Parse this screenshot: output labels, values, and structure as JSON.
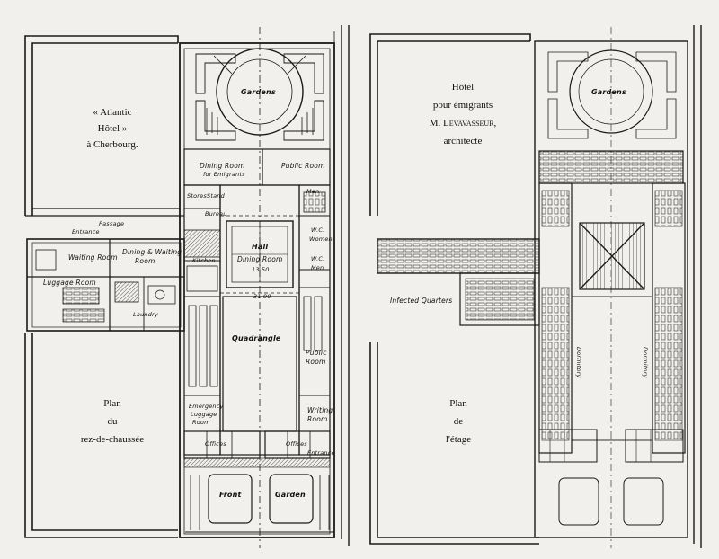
{
  "left_plan": {
    "title_lines": [
      "« Atlantic",
      "Hôtel »",
      "à Cherbourg."
    ],
    "plan_caption_lines": [
      "Plan",
      "du",
      "rez-de-chaussée"
    ],
    "rooms": {
      "gardens_top": "Gardens",
      "dining_room_emigrants": "Dining Room",
      "dining_room_emigrants_sub": "for Emigrants",
      "public_room_top": "Public Room",
      "stores": "Stores",
      "stand": "Stand",
      "bureau": "Bureau",
      "entrance": "Entrance",
      "passage": "Passage",
      "waiting_room": "Waiting Room",
      "dining_waiting_room_a": "Dining & Waiting",
      "dining_waiting_room_b": "Room",
      "kitchen": "Kitchen",
      "hall": "Hall",
      "dining_room": "Dining Room",
      "luggage_room": "Luggage Room",
      "laundry": "Laundry",
      "men_room": "Men",
      "wc_top": "W.C.",
      "women": "Women",
      "wc_men": "W.C.",
      "men": "Men",
      "quadrangle": "Quadrangle",
      "public_room_right_a": "Public",
      "public_room_right_b": "Room",
      "emergency_luggage_a": "Emergency",
      "emergency_luggage_b": "Luggage",
      "emergency_luggage_c": "Room",
      "writing_room_a": "Writing",
      "writing_room_b": "Room",
      "offices_left": "Offices",
      "offices_right": "Offices",
      "entrance_right": "Entrance",
      "front": "Front",
      "garden_bottom": "Garden",
      "dim_top": "13.50",
      "dim_mid": "31.00"
    }
  },
  "right_plan": {
    "title_lines": [
      "Hôtel",
      "pour émigrants",
      "M. Levavasseur,",
      "architecte"
    ],
    "plan_caption_lines": [
      "Plan",
      "de",
      "l'étage"
    ],
    "rooms": {
      "gardens_top": "Gardens",
      "infected_quarters": "Infected Quarters",
      "dormitory_left": "Dormitory",
      "dormitory_right": "Dormitory"
    }
  },
  "colors": {
    "paper": "#f2f0ec",
    "ink": "#1a1a1a",
    "hatch": "#555555"
  }
}
